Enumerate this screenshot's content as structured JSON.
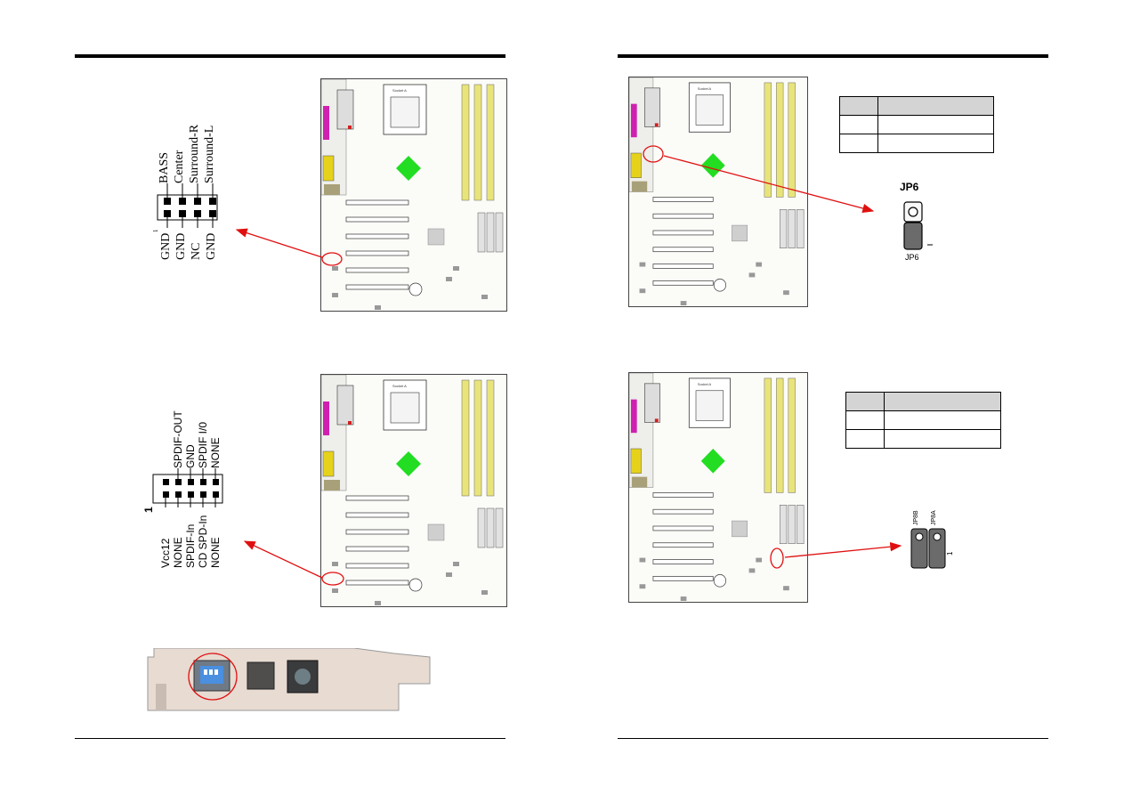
{
  "audio_header": {
    "top_labels": [
      "BASS",
      "Center",
      "Surround-R",
      "Surround-L"
    ],
    "bottom_labels": [
      "GND",
      "GND",
      "NC",
      "GND"
    ],
    "pin1_label": "1"
  },
  "spdif_header": {
    "top_labels": [
      "SPDIF-OUT",
      "GND",
      "SPDIF I/0",
      "NONE"
    ],
    "bottom_labels": [
      "Vcc12",
      "NONE",
      "SPDIF-In",
      "CD SPD-In",
      "NONE"
    ],
    "pin1_label": "1"
  },
  "jp6": {
    "title": "JP6",
    "caption": "JP6",
    "pin1_label": "1"
  },
  "jp8": {
    "label_b": "JP8B",
    "label_a": "JP8A",
    "pin1_label": "1"
  },
  "boards": {
    "socket_label": "Socket A"
  },
  "colors": {
    "arrow": "#e01010",
    "chipset": "#22dd22",
    "dimm": "#e9e47a",
    "io_magenta": "#d020b0",
    "io_yellow": "#e6d21a",
    "bracket_switch": "#4a8fe0"
  }
}
